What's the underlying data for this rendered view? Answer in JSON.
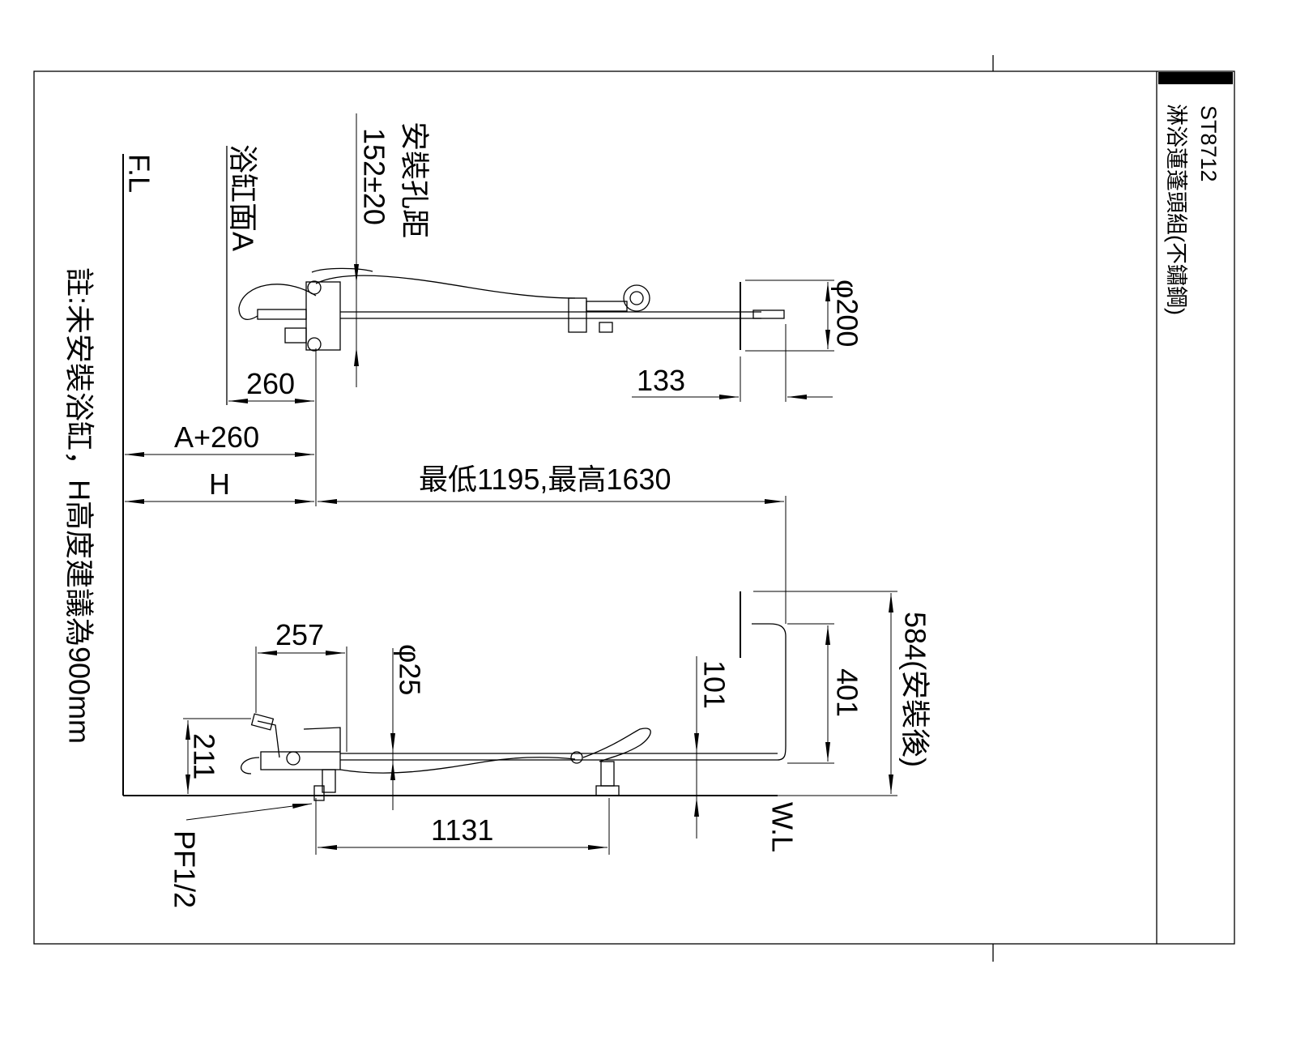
{
  "title_block": {
    "model": "ST8712",
    "product_name": "淋浴蓮蓬頭組(不鏽鋼)"
  },
  "labels": {
    "floor_line": "F.L",
    "water_line": "W.L",
    "tub_surface": "浴缸面A",
    "hole_spacing": "152±20",
    "hole_spacing_label": "安裝孔距",
    "head_diameter": "φ200",
    "head_offset": "133",
    "dim_260": "260",
    "dim_a260": "A+260",
    "dim_h": "H",
    "height_range": "最低1195,最高1630",
    "dim_257": "257",
    "pipe_diameter": "φ25",
    "dim_101": "101",
    "dim_401": "401",
    "dim_584": "584(安裝後)",
    "dim_211": "211",
    "dim_1131": "1131",
    "thread": "PF1/2",
    "note": "註:未安裝浴缸，H高度建議為900mm"
  }
}
